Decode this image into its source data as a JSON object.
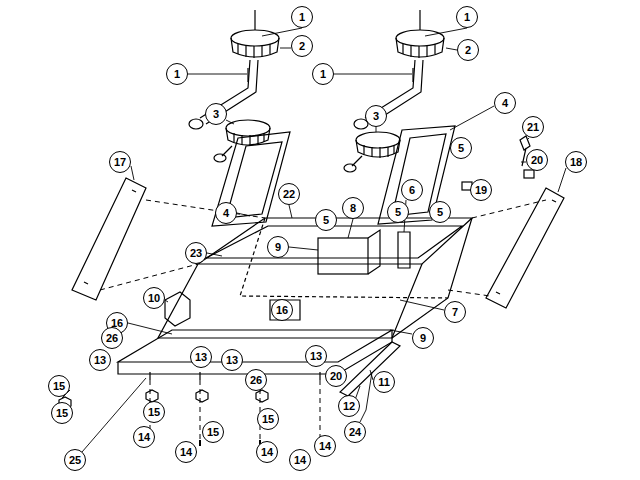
{
  "diagram": {
    "labels": [
      "1",
      "1",
      "2",
      "2",
      "1",
      "1",
      "4",
      "3",
      "3",
      "21",
      "5",
      "20",
      "17",
      "18",
      "19",
      "6",
      "22",
      "8",
      "5",
      "5",
      "5",
      "4",
      "9",
      "23",
      "10",
      "16",
      "7",
      "16",
      "9",
      "26",
      "13",
      "13",
      "13",
      "26",
      "13",
      "20",
      "11",
      "15",
      "12",
      "15",
      "15",
      "15",
      "15",
      "24",
      "14",
      "14",
      "14",
      "14",
      "14",
      "25"
    ]
  }
}
